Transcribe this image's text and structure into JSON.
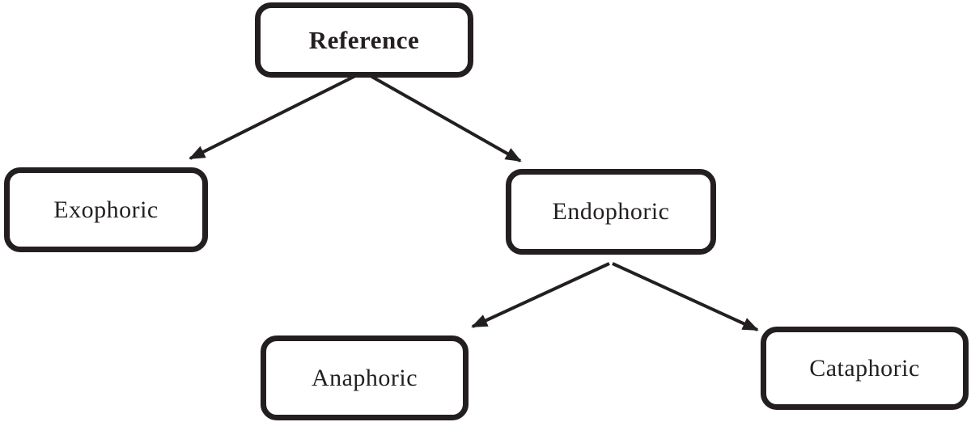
{
  "diagram": {
    "type": "tree",
    "background_color": "#ffffff",
    "ink_color": "#231f20",
    "nodes": [
      {
        "id": "reference",
        "label": "Reference",
        "emphasis": "bold",
        "level": 0
      },
      {
        "id": "exophoric",
        "label": "Exophoric",
        "emphasis": "regular",
        "level": 1
      },
      {
        "id": "endophoric",
        "label": "Endophoric",
        "emphasis": "regular",
        "level": 1
      },
      {
        "id": "anaphoric",
        "label": "Anaphoric",
        "emphasis": "regular",
        "level": 2
      },
      {
        "id": "cataphoric",
        "label": "Cataphoric",
        "emphasis": "regular",
        "level": 2
      }
    ],
    "edges": [
      {
        "from": "Reference",
        "to": "Exophoric"
      },
      {
        "from": "Reference",
        "to": "Endophoric"
      },
      {
        "from": "Endophoric",
        "to": "Anaphoric"
      },
      {
        "from": "Endophoric",
        "to": "Cataphoric"
      }
    ]
  }
}
